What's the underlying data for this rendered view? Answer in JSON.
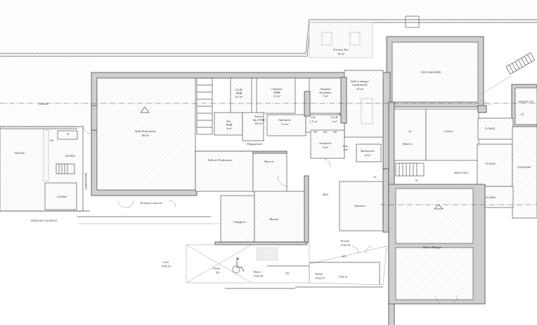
{
  "plan": {
    "top": {
      "terrasse_ext": {
        "name": "Terrasse Ext.",
        "area": "16 m²"
      },
      "piece_sanitaire": "PIECE SANITAIRE",
      "groupe_ele": "GROUPE ELE",
      "level_gr": "+11"
    },
    "left_house": {
      "garage": "GARAGE",
      "sejour": "SÉJOUR",
      "wc": "WC",
      "pl": "PL",
      "entree": "ENTRÉE",
      "cuisine": "CUISINE",
      "degagement": "DEGAGEMENT",
      "terrasse_couverte": "TERRASSE COUVERTE"
    },
    "rooms": {
      "salle_polyvalente": {
        "name": "Salle Polyvalente",
        "area": "89 m²"
      },
      "terrasse_couverte": "Terrasse Couverte",
      "sdb_pmr": {
        "name": "S.d.B.",
        "sub": "PMR",
        "area": "6,5 m²"
      },
      "chambre_pmr": {
        "name": "Chambre",
        "sub": "PMR",
        "area": "12 m²"
      },
      "chambre_assistance": {
        "name": "Chambre",
        "sub": "Assistance",
        "area": "7 m²"
      },
      "salle_a_manger_res": {
        "name": "Salle à manger",
        "sub": "résidentielle",
        "area": "20 m²"
      },
      "wc_pmr": {
        "name": "W.C.",
        "sub": "PMR",
        "area": "4 m²"
      },
      "entree_apt": {
        "name": "Entrée",
        "sub": "Apt. PMR",
        "area": "4,5 m²"
      },
      "infirmerie": {
        "name": "Infirmerie",
        "area": "7,5 m²"
      },
      "circ_small": {
        "name": "Circ.",
        "area": "1,5 m²"
      },
      "sdb": {
        "name": "S.d.B.",
        "area": "2 m²"
      },
      "wc_cabins": [
        "WC",
        "WC",
        "WC"
      ],
      "sanitaires": {
        "name": "Sanitaires",
        "area": "9 m²"
      },
      "circ": {
        "name": "Circ.",
        "area": "3 m²"
      },
      "kitchenette": {
        "name": "Kitchenette",
        "area": "6 m²"
      },
      "degagement": "Dégagement",
      "salle_professeurs": "Salle de Professeurs",
      "reserve": "Réserve",
      "hall": "Hall",
      "glasserie": "Glasserie",
      "chaufferie": "Chaufferie",
      "bureau": "Bureau",
      "level_1": "+11",
      "level_2": "+11"
    },
    "kitchen_wing": {
      "cuisine": "Cuisine",
      "reserve": "Réserve",
      "level": "+11",
      "plonge_1": "PLONGE",
      "plonge_2": "PLONGE",
      "plonge_3": "PLONGE",
      "pass_plats": "PASS PLATS",
      "economat": "ECONOMAT",
      "pl": "PL",
      "salle_a_manger": "Salle à Manger"
    },
    "outside": {
      "cour": {
        "name": "Cour",
        "level": "1792.32"
      },
      "pente": {
        "name": "Pente",
        "slope": "5%"
      },
      "palier_1": {
        "name": "Palier",
        "level": "1792.38"
      },
      "slope_mid": "5%",
      "palier_2": {
        "name": "Palier",
        "level": "1792.37"
      },
      "level_end": "1792.11",
      "porche": {
        "name": "Porche",
        "level": "1792.70"
      },
      "slope_porche": "8%"
    },
    "icons": [
      "wheelchair-icon",
      "section-marker-icon",
      "stair-icon"
    ],
    "colors": {
      "wall": "#cfcfcf",
      "line": "#444444",
      "hatch": "#c4c4c4"
    }
  }
}
